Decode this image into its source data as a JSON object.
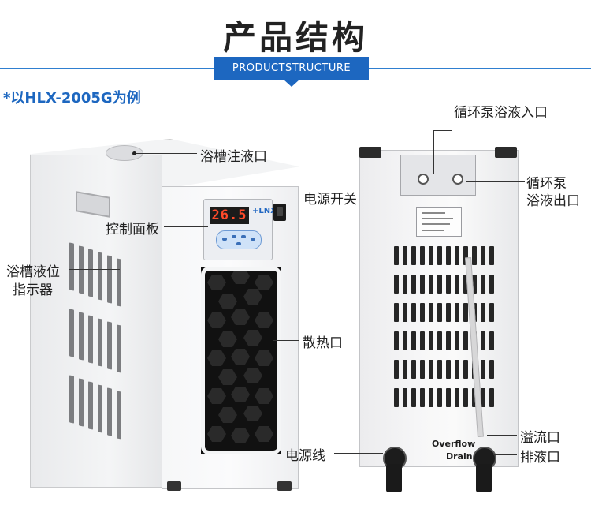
{
  "header": {
    "title": "产品结构",
    "banner": "PRODUCTSTRUCTURE",
    "example": "*以HLX-2005G为例"
  },
  "left_unit": {
    "labels": {
      "fill_port": "浴槽注液口",
      "power_switch": "电源开关",
      "control_panel": "控制面板",
      "level_indicator_line1": "浴槽液位",
      "level_indicator_line2": "指示器",
      "vent": "散热口",
      "power_cord": "电源线"
    },
    "display_value": "26.5",
    "brand": "+LNXI"
  },
  "right_unit": {
    "labels": {
      "inlet": "循环泵浴液入口",
      "outlet_line1": "循环泵",
      "outlet_line2": "浴液出口",
      "overflow": "溢流口",
      "drain": "排液口"
    },
    "back_text": {
      "overflow": "Overflow",
      "drain": "Drain"
    }
  },
  "colors": {
    "accent": "#1d67c0",
    "text": "#222222",
    "display_digits": "#ff4a2a"
  }
}
